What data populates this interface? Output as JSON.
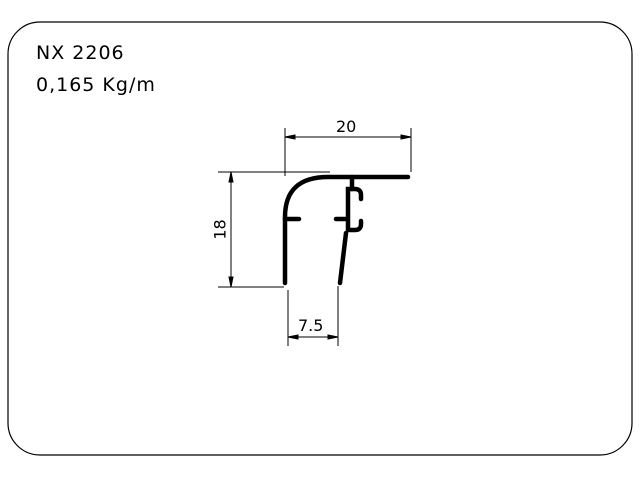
{
  "title": {
    "code": "NX 2206",
    "weight": "0,165 Kg/m"
  },
  "dimensions": {
    "width": "20",
    "height": "18",
    "gap": "7.5"
  },
  "colors": {
    "line": "#000000",
    "background": "#ffffff"
  }
}
